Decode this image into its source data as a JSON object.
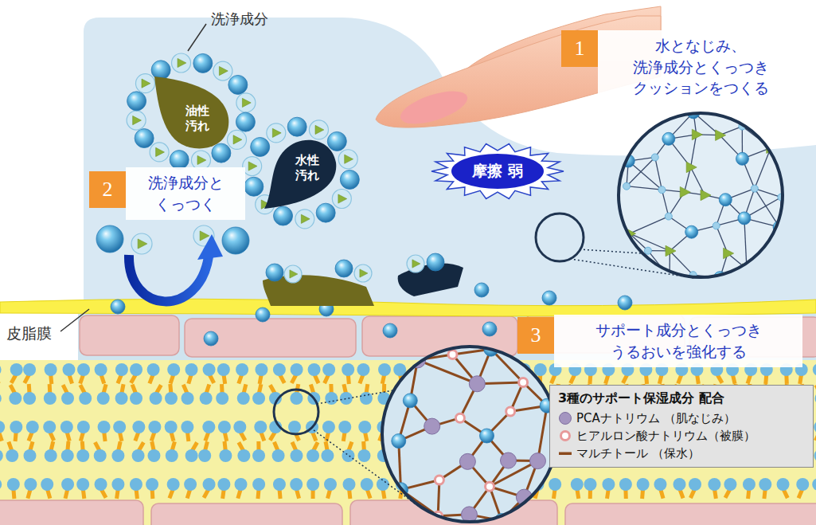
{
  "diagram": {
    "nodes": [
      {
        "text": [
          "油性 汚れ"
        ]
      },
      {
        "text": [
          "水性 汚れ"
        ]
      },
      {
        "text": [
          "1"
        ]
      },
      {
        "text": [
          "水となじみ、 洗浄成分とくっつき クッションをつくる"
        ]
      },
      {
        "text": [
          "摩擦 弱"
        ]
      },
      {
        "text": [
          "2"
        ]
      },
      {
        "text": [
          "洗浄成分と くっつく"
        ]
      },
      {
        "text": [
          "3"
        ]
      },
      {
        "text": [
          "サポート成分とくっつき うるおいを強化する"
        ]
      },
      {
        "text": [
          "3種のサポート保湿成分 配合"
        ]
      }
    ],
    "labels": [
      "洗浄成分",
      "皮脂膜"
    ],
    "legend": [
      {
        "text": "PCAナトリウム （肌なじみ）",
        "color": "#a495c0"
      },
      {
        "text": "ヒアルロン酸ナトリウム（被膜）"
      },
      {
        "text": "マルチトール （保水）"
      }
    ]
  }
}
